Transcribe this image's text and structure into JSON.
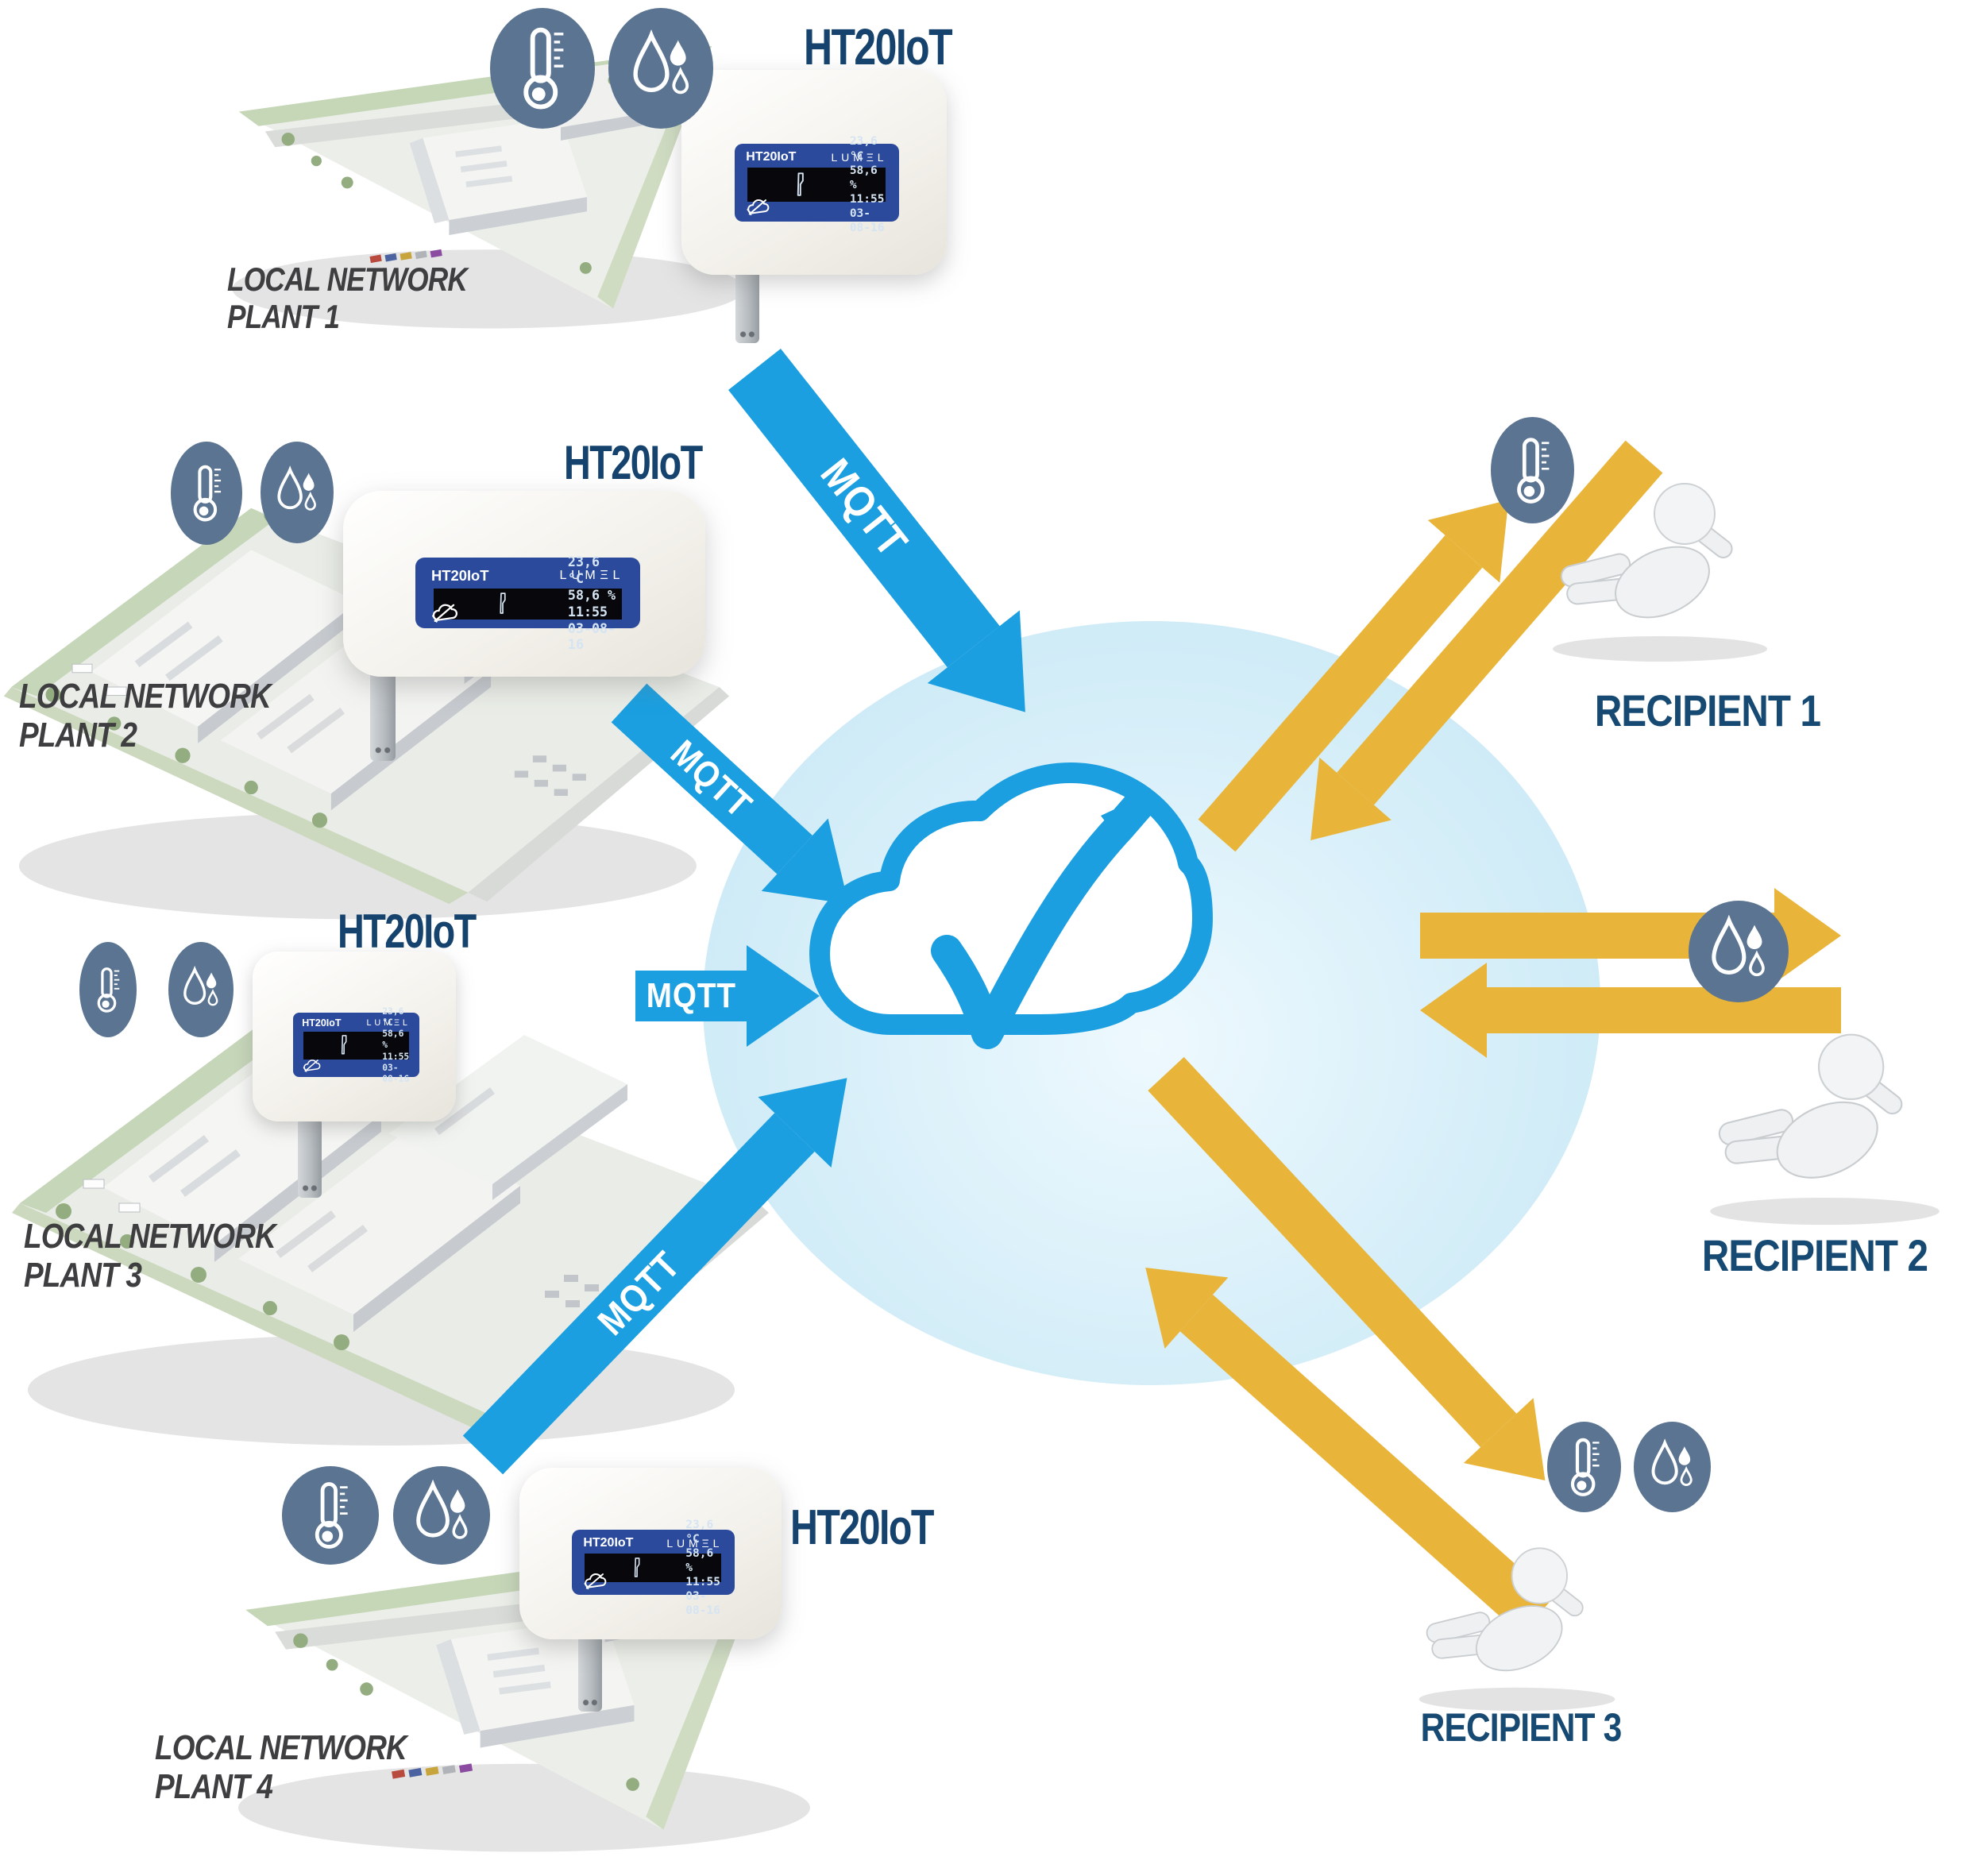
{
  "device": {
    "brand": "HT20IoT",
    "logo": "LUMΞL",
    "lcd_line1": "23,6 °C  58,6 %",
    "lcd_line2": "11:55 03-08-16"
  },
  "labels": {
    "mqtt": "MQTT"
  },
  "plants": [
    {
      "network_label": "LOCAL NETWORK",
      "plant_label": "PLANT 1",
      "device_title": "HT20IoT",
      "sensors": [
        "temperature",
        "humidity"
      ]
    },
    {
      "network_label": "LOCAL NETWORK",
      "plant_label": "PLANT 2",
      "device_title": "HT20IoT",
      "sensors": [
        "temperature",
        "humidity"
      ]
    },
    {
      "network_label": "LOCAL NETWORK",
      "plant_label": "PLANT 3",
      "device_title": "HT20IoT",
      "sensors": [
        "temperature",
        "humidity"
      ]
    },
    {
      "network_label": "LOCAL NETWORK",
      "plant_label": "PLANT 4",
      "device_title": "HT20IoT",
      "sensors": [
        "temperature",
        "humidity"
      ]
    }
  ],
  "recipients": [
    {
      "label": "RECIPIENT 1",
      "sensors": [
        "temperature"
      ]
    },
    {
      "label": "RECIPIENT 2",
      "sensors": [
        "humidity"
      ]
    },
    {
      "label": "RECIPIENT 3",
      "sensors": [
        "temperature",
        "humidity"
      ]
    }
  ],
  "colors": {
    "mqtt_arrow_blue": "#1b9fe0",
    "recipient_arrow_gold": "#e8b53a",
    "sensor_icon_slate": "#5a7491",
    "heading_navy": "#15436e",
    "device_panel_blue": "#2b4a9c",
    "plant_label_gray": "#3e3e40",
    "check_green": "#55a52f"
  }
}
